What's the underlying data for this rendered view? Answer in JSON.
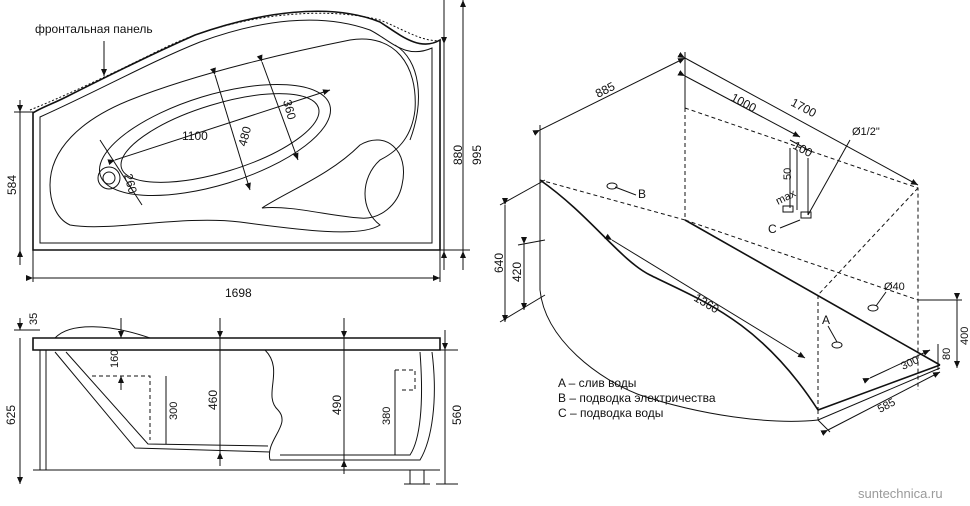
{
  "top_view": {
    "label": "фронтальная панель",
    "dims": {
      "total_length": "1698",
      "width": "584",
      "depth_880": "880",
      "depth_995": "995",
      "inner_length": "1100",
      "inner_width": "480",
      "head_width": "360",
      "drain": "260"
    }
  },
  "side_view": {
    "dims": {
      "rim": "35",
      "d160": "160",
      "d300": "300",
      "d460": "460",
      "d490": "490",
      "d380": "380",
      "h625": "625",
      "h560": "560"
    }
  },
  "iso_view": {
    "dims": {
      "d885": "885",
      "d1000": "1000",
      "d1700": "1700",
      "d100": "100",
      "pipe": "Ø1/2\"",
      "d50": "50",
      "max": "max",
      "d640": "640",
      "d420": "420",
      "d1360": "1360",
      "d40": "Ø40",
      "d300": "300",
      "d80": "80",
      "d400": "400",
      "d585": "585"
    },
    "markers": {
      "a": "A",
      "b": "B",
      "c": "C"
    }
  },
  "legend": [
    "A – слив воды",
    "B – подводка электричества",
    "C – подводка воды"
  ],
  "watermark": "suntechnica.ru"
}
